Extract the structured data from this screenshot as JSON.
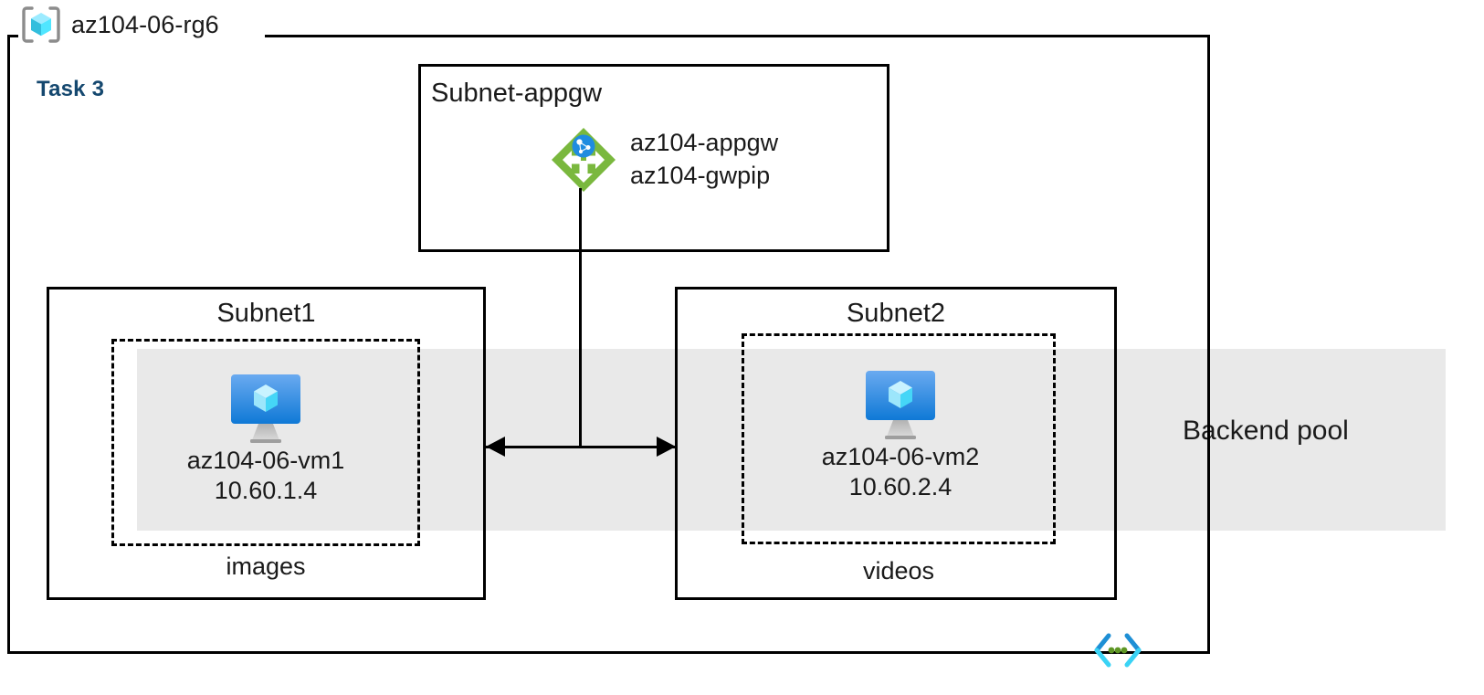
{
  "diagram": {
    "type": "azure-architecture",
    "resource_group": {
      "name": "az104-06-rg6",
      "icon": "resource-group-icon"
    },
    "task": {
      "label": "Task 3",
      "color": "#15486f"
    },
    "backend_pool": {
      "label": "Backend pool",
      "band_color": "#e9e9e9"
    },
    "subnets": [
      {
        "id": "appgw",
        "title": "Subnet-appgw",
        "resources": [
          {
            "name": "az104-appgw",
            "icon": "application-gateway-icon"
          },
          {
            "name": "az104-gwpip",
            "icon": "public-ip-icon"
          }
        ]
      },
      {
        "id": "subnet1",
        "title": "Subnet1",
        "caption": "images",
        "vm": {
          "name": "az104-06-vm1",
          "ip": "10.60.1.4",
          "icon": "virtual-machine-icon"
        }
      },
      {
        "id": "subnet2",
        "title": "Subnet2",
        "caption": "videos",
        "vm": {
          "name": "az104-06-vm2",
          "ip": "10.60.2.4",
          "icon": "virtual-machine-icon"
        }
      }
    ],
    "connectors": [
      {
        "id": "appgw-to-backend",
        "style": "vertical-line"
      },
      {
        "id": "subnet1-subnet2",
        "style": "double-arrow-horizontal"
      }
    ],
    "decorations": [
      {
        "id": "vnet-badge",
        "icon": "vnet-angle-brackets-icon"
      }
    ],
    "colors": {
      "border": "#000000",
      "band": "#e9e9e9",
      "task_text": "#15486f",
      "appgw_green": "#7ab83e",
      "vm_blue": "#1b8ce3",
      "cube_cyan": "#50e6ff",
      "deco_cyan": "#32bedd",
      "deco_green": "#5e9624"
    }
  }
}
